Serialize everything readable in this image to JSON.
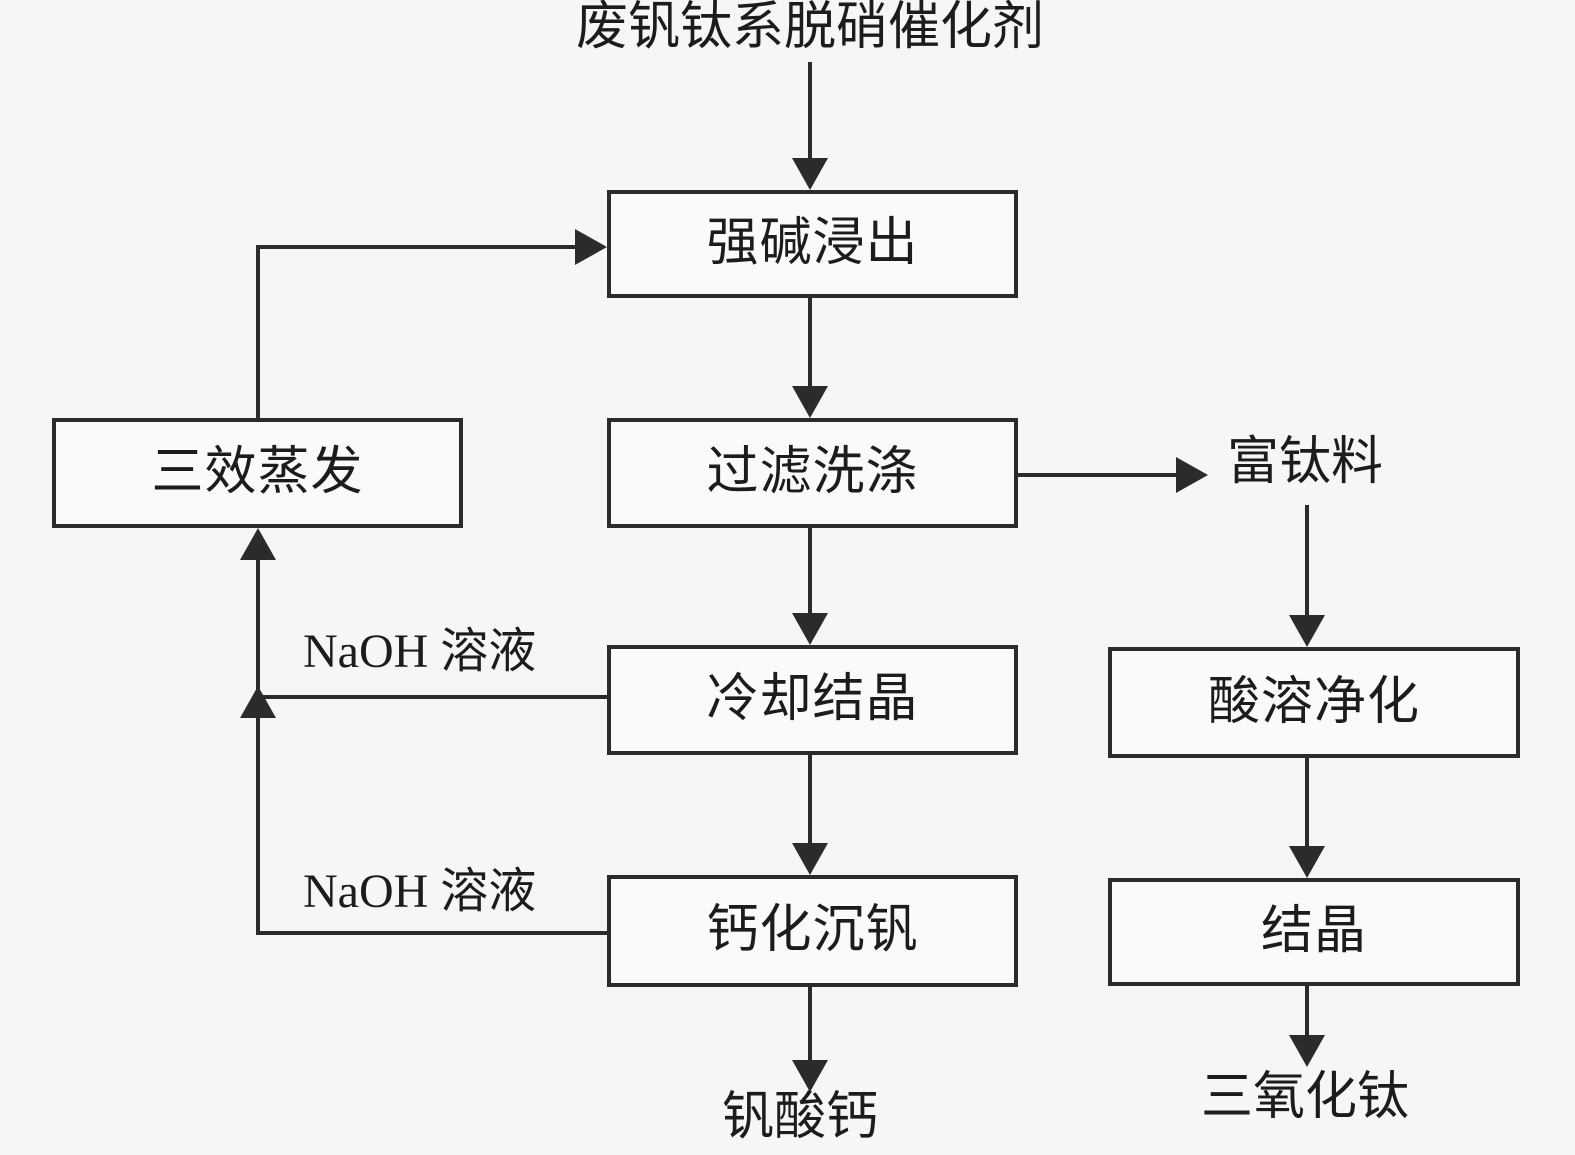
{
  "diagram": {
    "colors": {
      "background": "#f6f6f6",
      "line": "#2b2b2b",
      "box_fill": "#fafafa",
      "text": "#1c1c1c"
    },
    "nodes": {
      "source": "废钒钛系脱硝催化剂",
      "alkali_leaching": "强碱浸出",
      "filter_washing": "过滤洗涤",
      "triple_effect_evaporation": "三效蒸发",
      "cooling_crystallization": "冷却结晶",
      "calcification_precipitation": "钙化沉钒",
      "acid_purification": "酸溶净化",
      "crystallization": "结晶",
      "titanium_rich_material": "富钛料",
      "calcium_vanadate": "钒酸钙",
      "titanium_trioxide": "三氧化钛"
    },
    "stream_labels": {
      "naoh_1": "NaOH 溶液",
      "naoh_2": "NaOH 溶液"
    }
  }
}
